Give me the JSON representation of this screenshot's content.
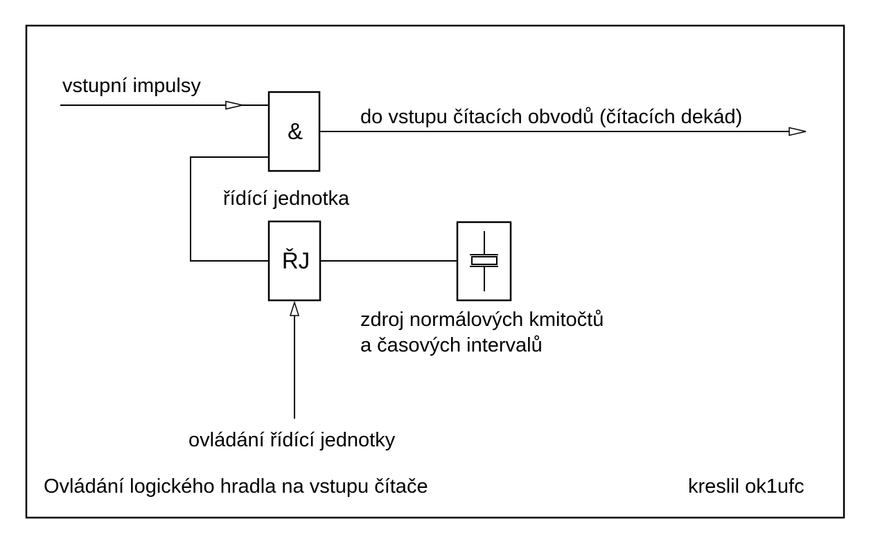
{
  "diagram": {
    "labels": {
      "input_pulses": "vstupní impulsy",
      "output_line": "do vstupu čítacích obvodů (čítacích dekád)",
      "control_unit_caption": "řídící jednotka",
      "gate_symbol": "&",
      "control_unit_symbol": "ŘJ",
      "frequency_source_line1": "zdroj normálových kmitočtů",
      "frequency_source_line2": "a časových intervalů",
      "control_input": "ovládání řídící jednotky",
      "title": "Ovládání logického hradla na vstupu čítače",
      "credit": "kreslil ok1ufc"
    },
    "colors": {
      "line": "#000000",
      "background": "#ffffff"
    }
  }
}
